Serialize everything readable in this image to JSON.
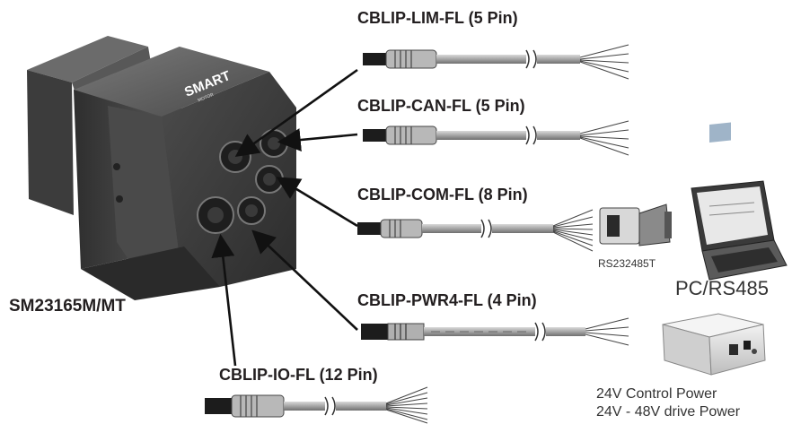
{
  "motor": {
    "model": "SM23165M/MT",
    "logo_text": "SMART",
    "logo_subtext": "MOTOR"
  },
  "cables": [
    {
      "name": "CBLIP-LIM-FL (5 Pin)"
    },
    {
      "name": "CBLIP-CAN-FL (5 Pin)"
    },
    {
      "name": "CBLIP-COM-FL (8 Pin)"
    },
    {
      "name": "CBLIP-PWR4-FL (4 Pin)"
    },
    {
      "name": "CBLIP-IO-FL (12 Pin)"
    }
  ],
  "adapter": {
    "label": "RS232485T"
  },
  "pc": {
    "label": "PC/RS485"
  },
  "power_supply": {
    "line1": "24V Control Power",
    "line2": "24V - 48V drive Power"
  },
  "colors": {
    "text": "#231f20",
    "motor_dark": "#3a3a3a",
    "motor_mid": "#5a5a5a",
    "cable_gray": "#9a9a9a"
  }
}
